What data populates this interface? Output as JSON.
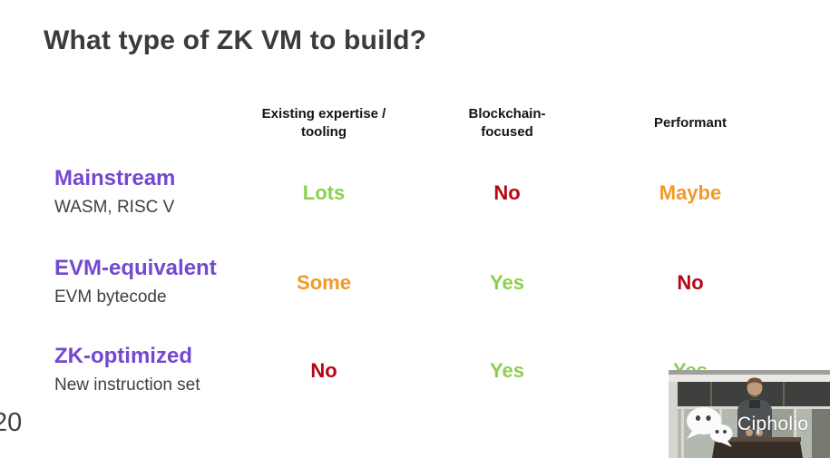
{
  "slide": {
    "title": "What type of ZK VM to build?",
    "page_number": "20"
  },
  "table": {
    "headers": [
      "Existing expertise /\ntooling",
      "Blockchain-\nfocused",
      "Performant"
    ],
    "rows": [
      {
        "label": "Mainstream",
        "sublabel": "WASM, RISC V",
        "values": [
          {
            "text": "Lots",
            "color": "#8ccf4c"
          },
          {
            "text": "No",
            "color": "#b50713"
          },
          {
            "text": "Maybe",
            "color": "#f09a27"
          }
        ]
      },
      {
        "label": "EVM-equivalent",
        "sublabel": "EVM bytecode",
        "values": [
          {
            "text": "Some",
            "color": "#f09a27"
          },
          {
            "text": "Yes",
            "color": "#8ccf4c"
          },
          {
            "text": "No",
            "color": "#b50713"
          }
        ]
      },
      {
        "label": "ZK-optimized",
        "sublabel": "New instruction set",
        "values": [
          {
            "text": "No",
            "color": "#b50713"
          },
          {
            "text": "Yes",
            "color": "#8ccf4c"
          },
          {
            "text": "Yes",
            "color": "#8ccf4c"
          }
        ]
      }
    ]
  },
  "video": {
    "watermark": "Cipholio"
  },
  "colors": {
    "label_purple": "#7448d0",
    "title_gray": "#3b3b3b",
    "positive_green": "#8ccf4c",
    "negative_red": "#b50713",
    "neutral_orange": "#f09a27"
  }
}
